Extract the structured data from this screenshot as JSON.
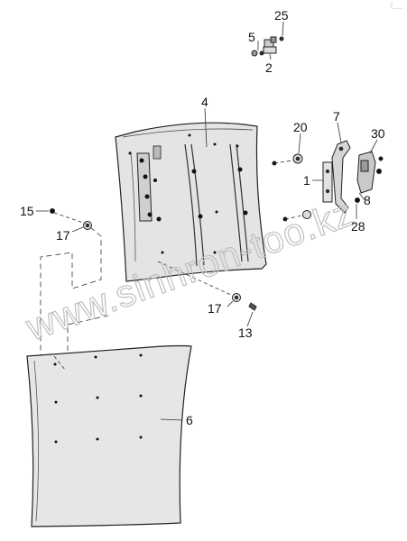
{
  "labels": {
    "l25": "25",
    "l5": "5",
    "l2": "2",
    "l4": "4",
    "l20": "20",
    "l7": "7",
    "l30": "30",
    "l1": "1",
    "l8": "8",
    "l28": "28",
    "l15": "15",
    "l17a": "17",
    "l17b": "17",
    "l13": "13",
    "l6": "6"
  },
  "watermark": "www.sinhron-too.kz",
  "corner_mark": "2___",
  "colors": {
    "line": "#222222",
    "panel_fill": "#e4e4e4",
    "panel_fill_front": "#e6e6e6",
    "watermark": "#bfbfbf",
    "text": "#111111"
  }
}
